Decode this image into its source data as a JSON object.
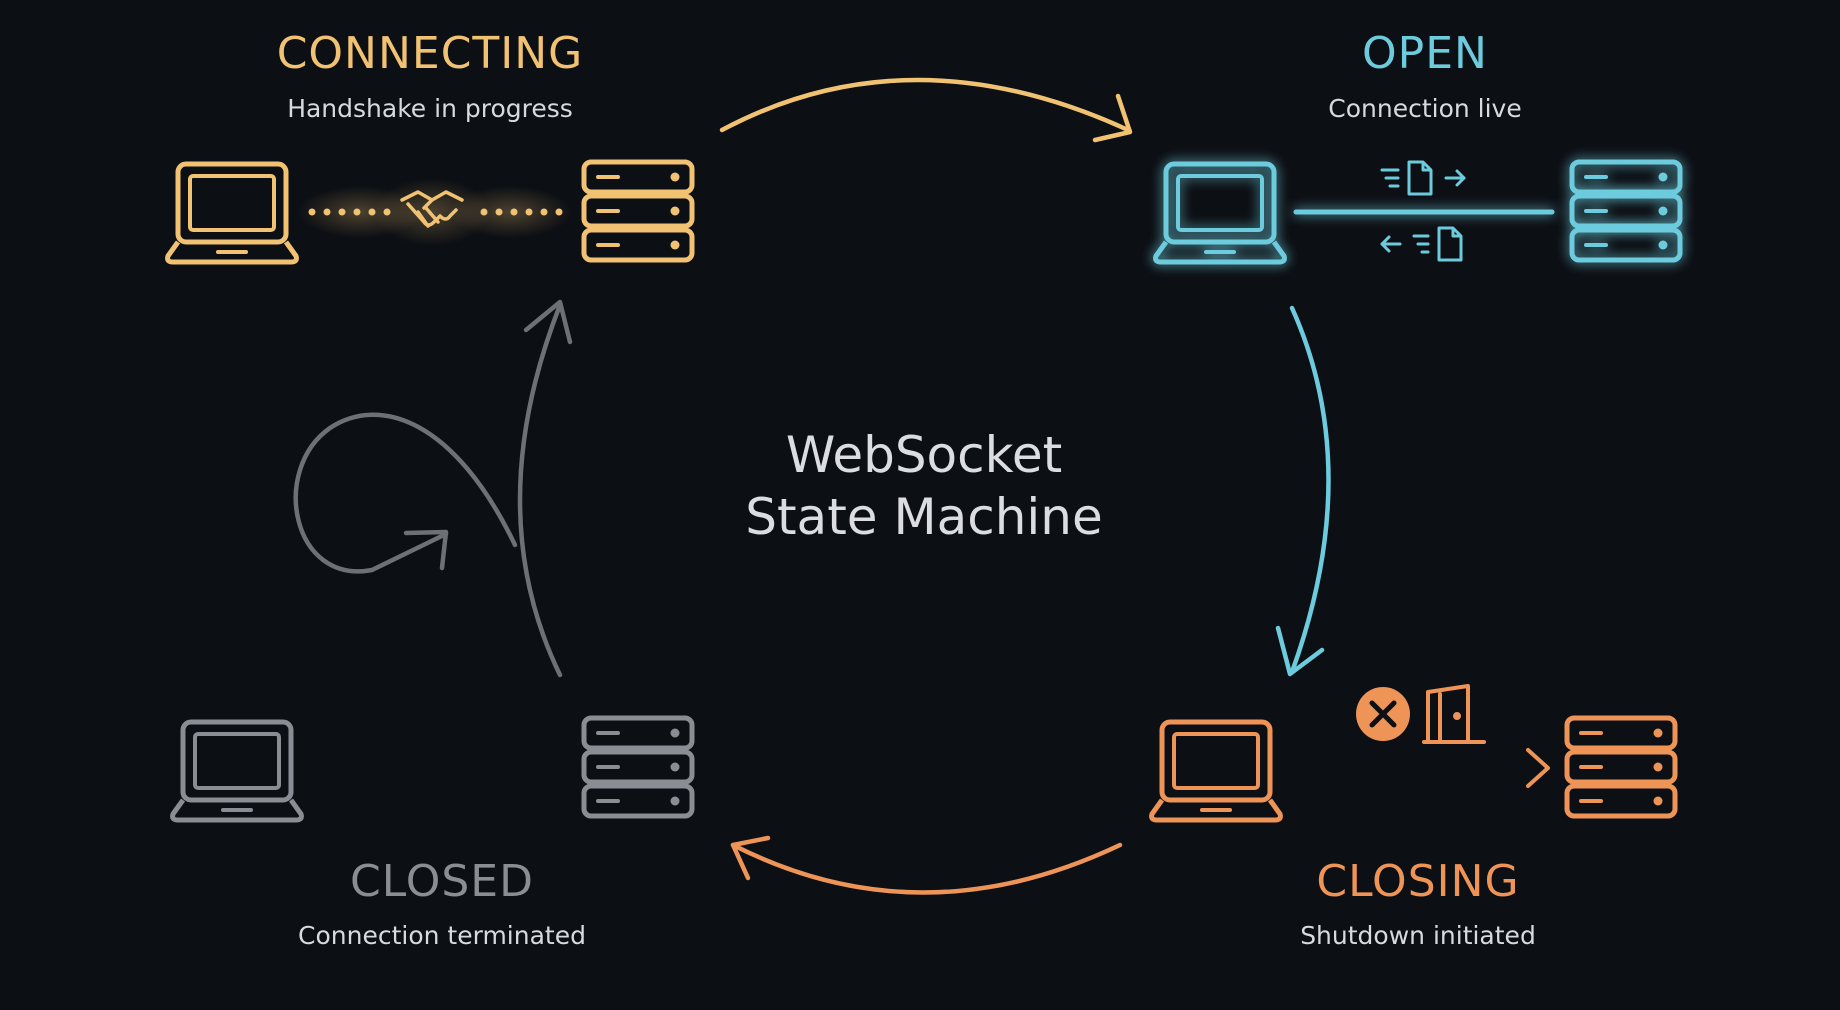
{
  "title": {
    "line1": "WebSocket",
    "line2": "State Machine"
  },
  "states": {
    "connecting": {
      "label": "CONNECTING",
      "subtitle": "Handshake in progress",
      "color": "#f1c272"
    },
    "open": {
      "label": "OPEN",
      "subtitle": "Connection live",
      "color": "#6ccbdc"
    },
    "closing": {
      "label": "CLOSING",
      "subtitle": "Shutdown initiated",
      "color": "#ee9457"
    },
    "closed": {
      "label": "CLOSED",
      "subtitle": "Connection terminated",
      "color": "#8a8d93"
    }
  },
  "icons": [
    "laptop-icon",
    "server-icon",
    "handshake-icon",
    "document-icon",
    "close-x-icon",
    "door-icon"
  ],
  "background": "#0c0f14"
}
